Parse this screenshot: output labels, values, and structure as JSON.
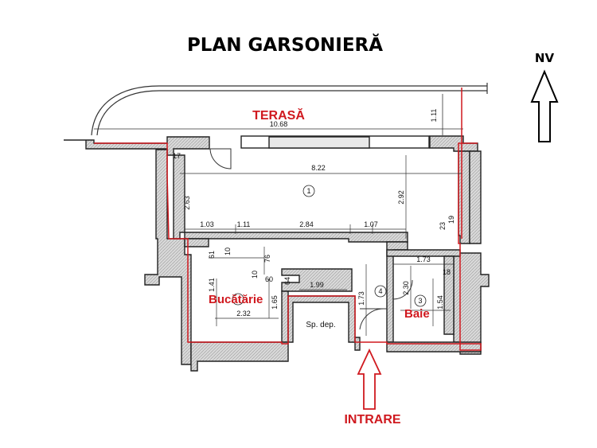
{
  "title": "PLAN GARSONIERĂ",
  "north_label": "NV",
  "rooms": {
    "terrace": "TERASĂ",
    "kitchen": "Bucătărie",
    "bath": "Baie",
    "storage": "Sp. dep.",
    "entrance": "INTRARE",
    "room1_number": "1",
    "room3_number": "3",
    "room4_number": "4"
  },
  "dimensions": {
    "terrace_width": "10.68",
    "terrace_depth": "1.11",
    "room_width": "8.22",
    "room_depth_left": "2.63",
    "room_depth_right": "2.92",
    "wall_17": "17",
    "wall_23": "23",
    "wall_19": "19",
    "seg_1_03": "1.03",
    "seg_1_11": "1.11",
    "seg_2_84": "2.84",
    "seg_1_07": "1.07",
    "k_61": "61",
    "k_10a": "10",
    "k_76": "76",
    "k_10b": "10",
    "k_60": "60",
    "k_64": "64",
    "k_1_41": "1.41",
    "k_1_65": "1.65",
    "k_1_99": "1.99",
    "k_2_32": "2.32",
    "hall_1_73": "1.73",
    "hall_2_30": "2.30",
    "bath_1_73": "1.73",
    "bath_18": "18",
    "bath_1_54": "1.54"
  }
}
